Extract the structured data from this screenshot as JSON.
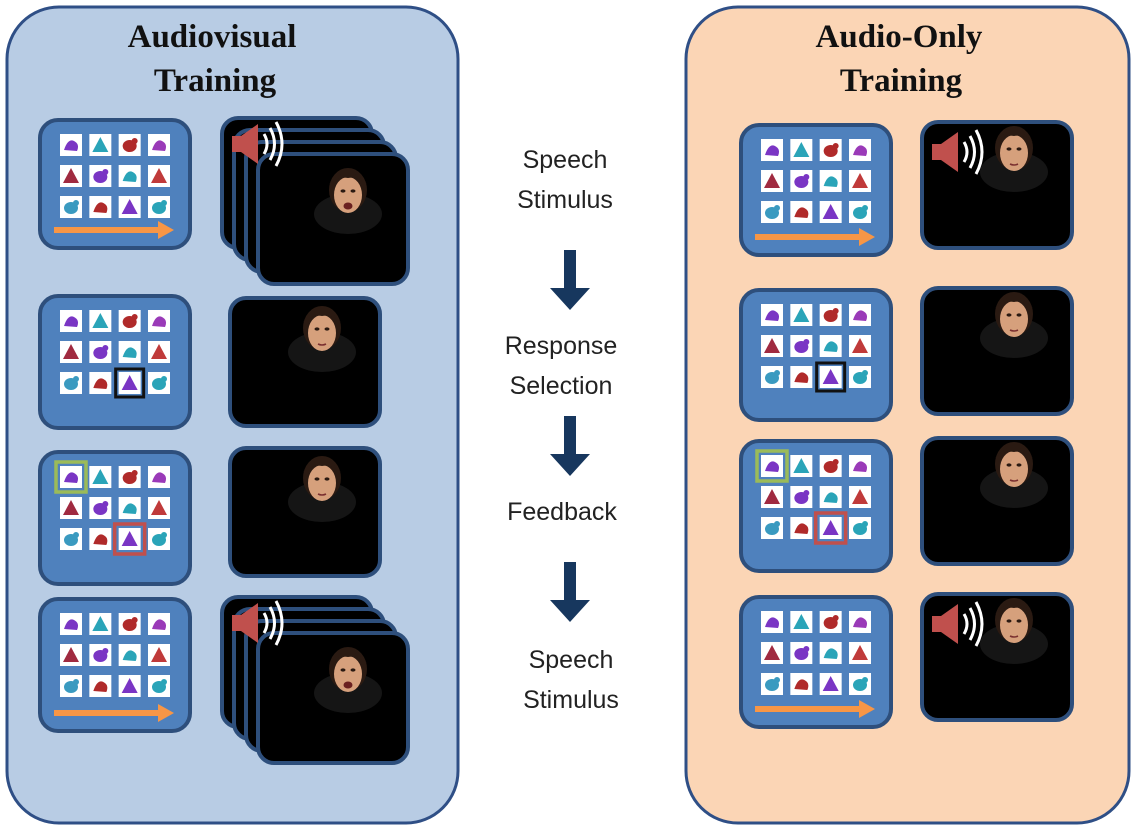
{
  "panels": {
    "left": {
      "title_line1": "Audiovisual",
      "title_line2": "Training",
      "background": "#b8cce4",
      "stimulus_visual": "talking-face",
      "rows": [
        {
          "step": "speech-stimulus",
          "face": "talking",
          "audio": true,
          "highlight": "none",
          "progress_arrow": true
        },
        {
          "step": "response-selection",
          "face": "neutral",
          "audio": false,
          "highlight": "selected",
          "progress_arrow": false
        },
        {
          "step": "feedback",
          "face": "neutral",
          "audio": false,
          "highlight": "feedback",
          "progress_arrow": false
        },
        {
          "step": "speech-stimulus",
          "face": "talking",
          "audio": true,
          "highlight": "none",
          "progress_arrow": true
        }
      ]
    },
    "right": {
      "title_line1": "Audio-Only",
      "title_line2": "Training",
      "background": "#fbd5b5",
      "stimulus_visual": "static-face",
      "rows": [
        {
          "step": "speech-stimulus",
          "face": "static",
          "audio": true,
          "highlight": "none",
          "progress_arrow": true
        },
        {
          "step": "response-selection",
          "face": "static",
          "audio": false,
          "highlight": "selected",
          "progress_arrow": false
        },
        {
          "step": "feedback",
          "face": "static",
          "audio": false,
          "highlight": "feedback",
          "progress_arrow": false
        },
        {
          "step": "speech-stimulus",
          "face": "static",
          "audio": true,
          "highlight": "none",
          "progress_arrow": true
        }
      ]
    }
  },
  "steps": [
    {
      "line1": "Speech",
      "line2": "Stimulus"
    },
    {
      "line1": "Response",
      "line2": "Selection"
    },
    {
      "line1": "Feedback",
      "line2": ""
    },
    {
      "line1": "Speech",
      "line2": "Stimulus"
    }
  ],
  "colors": {
    "panel_border": "#2f4f86",
    "grid_card": "#4f81bd",
    "grid_card_border": "#2e4f7c",
    "progress_arrow": "#f79646",
    "speaker": "#c0504d",
    "selected_box": "#111111",
    "correct_box": "#9bbb59",
    "incorrect_box": "#c0504d",
    "flow_arrow": "#17375e"
  },
  "icons": {
    "audio": "speaker-sound-icon",
    "flow": "down-arrow-icon",
    "grid": "picture-response-grid"
  }
}
